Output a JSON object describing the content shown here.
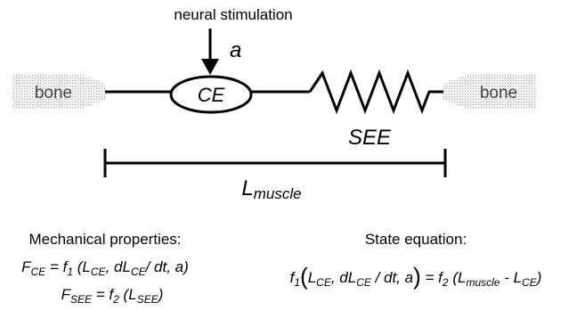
{
  "stimulation_label": "neural stimulation",
  "activation_symbol": "a",
  "bone_left_label": "bone",
  "bone_right_label": "bone",
  "contractile_element_label": "CE",
  "series_elastic_element_label": "SEE",
  "length": {
    "main": "L",
    "sub": "muscle"
  },
  "mechanical": {
    "heading": "Mechanical properties:",
    "eq1": {
      "F": "F",
      "F_sub": "CE",
      "eq": " = ",
      "f": "f",
      "f_sub": "1",
      "open": " (",
      "L": "L",
      "L_sub": "CE",
      "comma1": ", ",
      "dL": "dL",
      "dL_sub": "CE",
      "slash": "/ dt, a",
      "close": ")"
    },
    "eq2": {
      "F": "F",
      "F_sub": "SEE",
      "eq": " = ",
      "f": "f",
      "f_sub": "2",
      "open": " (",
      "L": "L",
      "L_sub": "SEE",
      "close": ")"
    }
  },
  "state": {
    "heading": "State equation:",
    "eq": {
      "f": "f",
      "f_sub": "1",
      "open_big": "(",
      "L": "L",
      "L_sub": "CE",
      "comma1": ", ",
      "dL": "dL",
      "dL_sub": "CE",
      "mid": " / dt, a",
      "close_big": ")",
      "eq": " = ",
      "f2": "f",
      "f2_sub": "2",
      "open": " (",
      "Lm": "L",
      "Lm_sub": "muscle",
      "minus": " - ",
      "L2": "L",
      "L2_sub": "CE",
      "close": ")"
    }
  }
}
